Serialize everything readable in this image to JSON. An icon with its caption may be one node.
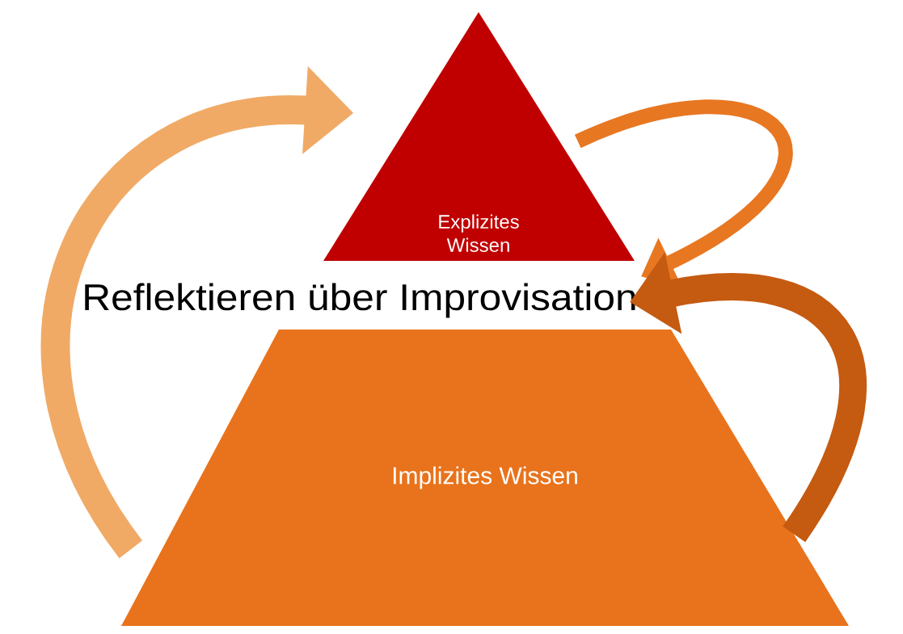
{
  "diagram": {
    "nodes": [
      {
        "text": [
          "Explizites Wissen"
        ]
      },
      {
        "text": [
          "Implizites Wissen"
        ]
      },
      {
        "text": [
          "Reflektieren über Improvisation"
        ]
      }
    ],
    "edges": [
      {
        "from": 1,
        "to": 0,
        "arrow": "to",
        "color": "#f0aa66"
      },
      {
        "from": 0,
        "to": 2,
        "arrow": "to",
        "color": "#e87722"
      },
      {
        "from": 1,
        "to": 2,
        "arrow": "to",
        "color": "#c55a11"
      }
    ]
  }
}
